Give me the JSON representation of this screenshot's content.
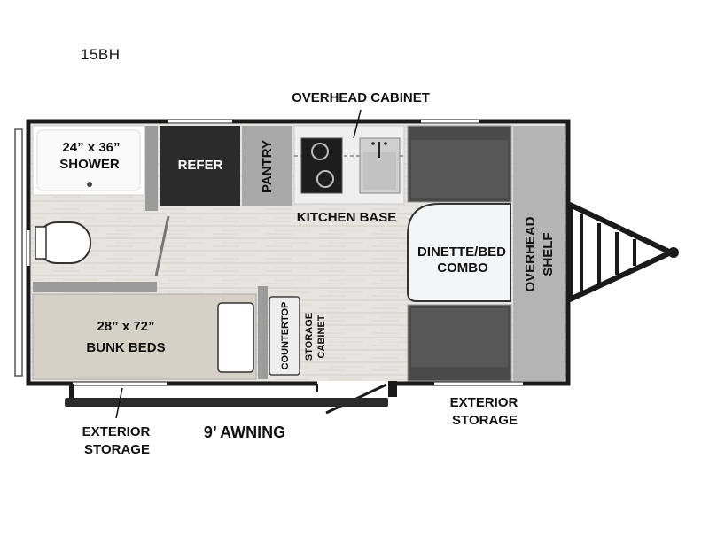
{
  "model": "15BH",
  "labels": {
    "overhead_cabinet": "OVERHEAD CABINET",
    "shower_size": "24” x 36”",
    "shower": "SHOWER",
    "refer": "REFER",
    "pantry": "PANTRY",
    "kitchen_base": "KITCHEN BASE",
    "dinette_line1": "DINETTE/BED",
    "dinette_line2": "COMBO",
    "overhead_shelf_line1": "OVERHEAD",
    "overhead_shelf_line2": "SHELF",
    "bunk_size": "28” x 72”",
    "bunk_beds": "BUNK BEDS",
    "countertop": "COUNTERTOP",
    "storage_cabinet_line1": "STORAGE",
    "storage_cabinet_line2": "CABINET",
    "exterior_storage_left_line1": "EXTERIOR",
    "exterior_storage_left_line2": "STORAGE",
    "exterior_storage_right_line1": "EXTERIOR",
    "exterior_storage_right_line2": "STORAGE",
    "awning": "9’ AWNING"
  },
  "colors": {
    "wall": "#1a1a1a",
    "floor": "#e6e4e1",
    "refer": "#2b2b2b",
    "pantry": "#a9a9a9",
    "cushion": "#555555",
    "bunk": "#d6d1c6",
    "shelf": "#b4b4b4",
    "counter": "#eeeeee"
  }
}
